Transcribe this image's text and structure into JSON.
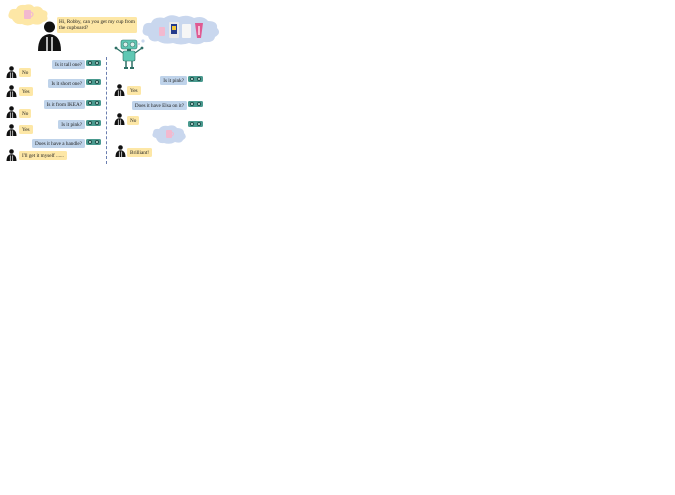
{
  "intro": {
    "request": "Hi, Robby, can you get my cup from the cupboard?"
  },
  "left_column": [
    {
      "question": "Is it tall one?",
      "answer": "No"
    },
    {
      "question": "Is it short one?",
      "answer": "Yes"
    },
    {
      "question": "Is it from IKEA?",
      "answer": "No"
    },
    {
      "question": "Is it pink?",
      "answer": "Yes"
    },
    {
      "question": "Does it have a handle?",
      "answer": "I'll get it myself ......"
    }
  ],
  "right_column": [
    {
      "question": "Is it pink?",
      "answer": "Yes"
    },
    {
      "question": "Does it have Elsa on it?",
      "answer": "No"
    }
  ],
  "final_answer": "Brilliant!",
  "colors": {
    "question_bg": "#bfd3ea",
    "answer_bg": "#fde7a6",
    "robot": "#5fc8b4",
    "cloud": "#c9d7ee",
    "divider": "#6b7fb0"
  },
  "icons": [
    "person-icon",
    "robot-icon",
    "robot-eyes-icon",
    "thought-cloud",
    "cup-icon"
  ]
}
